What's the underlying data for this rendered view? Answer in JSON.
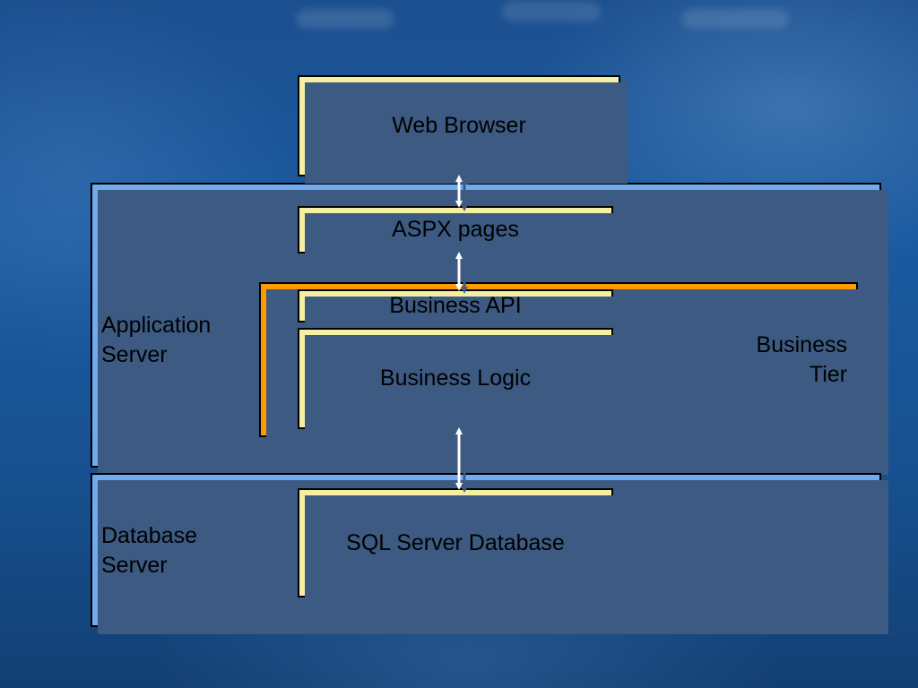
{
  "diagram": {
    "nodes": {
      "web_browser": "Web Browser",
      "aspx_pages": "ASPX pages",
      "business_api": "Business API",
      "business_logic": "Business Logic",
      "sql_database": "SQL Server Database"
    },
    "regions": {
      "application_server": [
        "Application",
        "Server"
      ],
      "database_server": [
        "Database",
        "Server"
      ],
      "business_tier": [
        "Business",
        "Tier"
      ]
    },
    "connections": [
      {
        "from": "Web Browser",
        "to": "ASPX pages",
        "direction": "bidirectional"
      },
      {
        "from": "ASPX pages",
        "to": "Business API",
        "direction": "bidirectional"
      },
      {
        "from": "Business Logic",
        "to": "SQL Server Database",
        "direction": "bidirectional"
      }
    ]
  },
  "colors": {
    "background": "#1a5aa0",
    "server_region": "#72aaee",
    "business_tier": "#ff9b00",
    "component_box": "#f3f0a4",
    "arrow": "#ffffff"
  }
}
